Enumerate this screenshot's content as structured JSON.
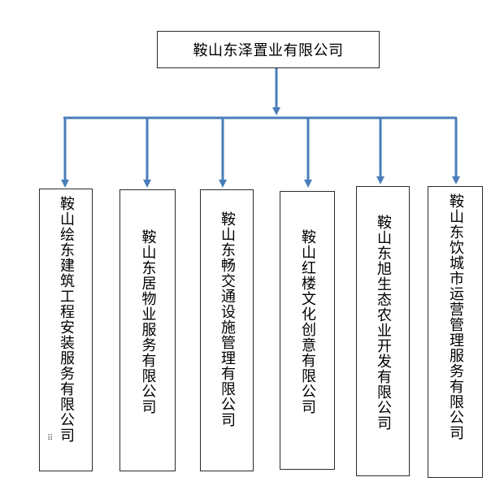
{
  "diagram": {
    "root": {
      "label": "鞍山东泽置业有限公司"
    },
    "children": [
      {
        "label": "鞍山绘东建筑工程安装服务有限公司"
      },
      {
        "label": "鞍山东居物业服务有限公司"
      },
      {
        "label": "鞍山东畅交通设施管理有限公司"
      },
      {
        "label": "鞍山红楼文化创意有限公司"
      },
      {
        "label": "鞍山东旭生态农业开发有限公司"
      },
      {
        "label": "鞍山东饮城市运营管理服务有限公司"
      }
    ],
    "connector_color": "#4a7ebb",
    "border_color": "#2b2b2b"
  }
}
